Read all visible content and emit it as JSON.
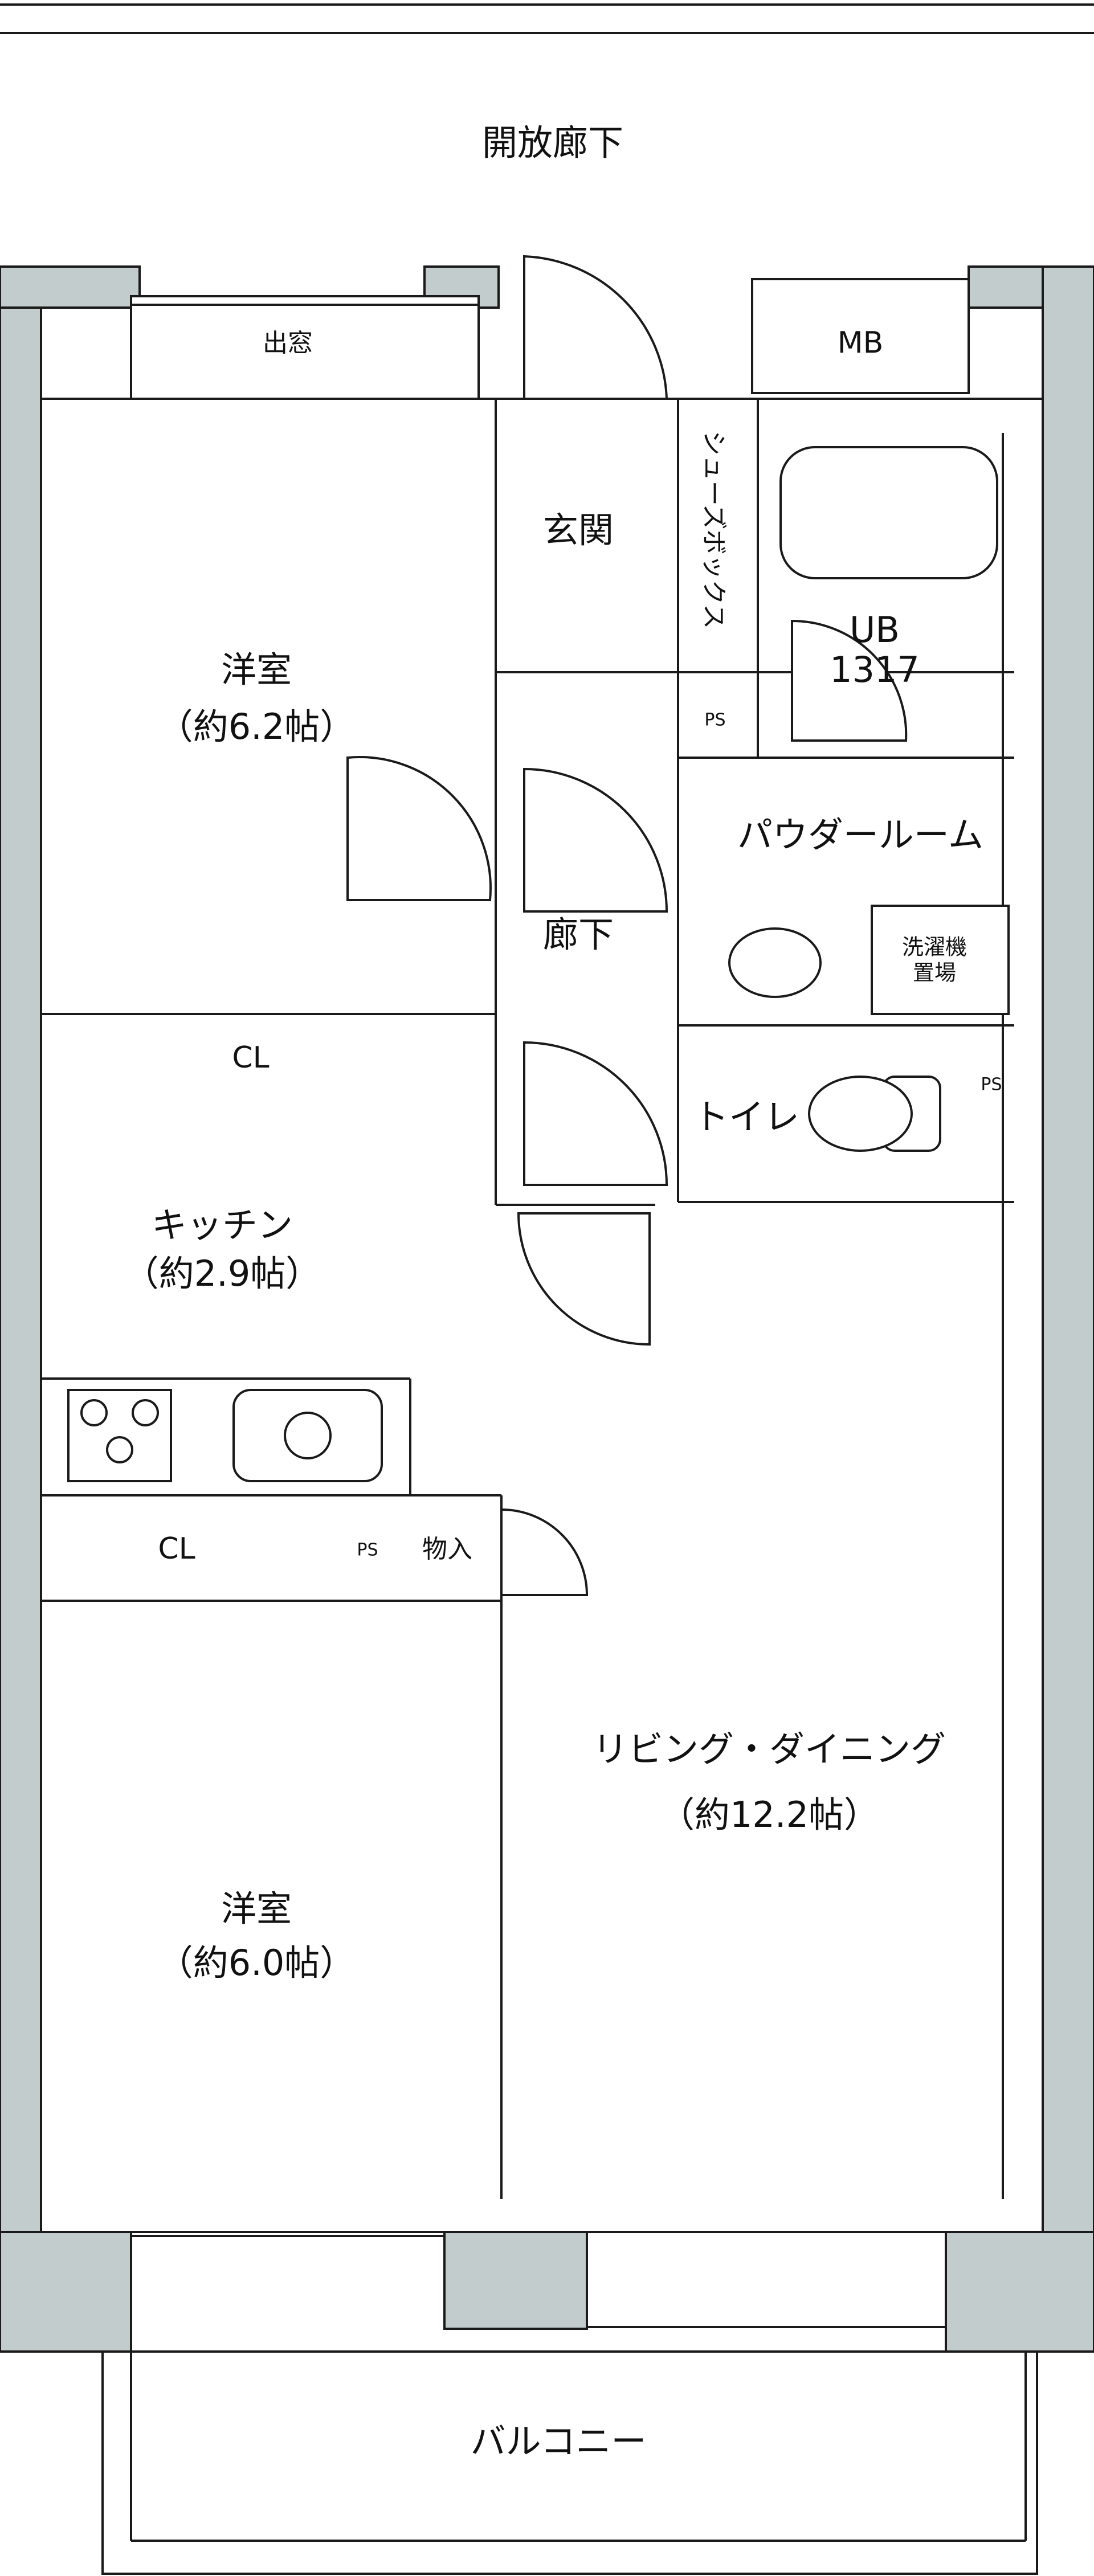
{
  "plan": {
    "colors": {
      "wall": "#c3cccc",
      "storage": "#dcecf8",
      "line": "#1a1a1a",
      "background": "#ffffff"
    },
    "corridor": {
      "label": "開放廊下"
    },
    "rooms": {
      "bay_window": "出窓",
      "meter_box": "MB",
      "entrance": "玄関",
      "shoe_box": "シューズボックス",
      "bath": {
        "label": "UB",
        "size": "1317"
      },
      "bedroom_north": {
        "label": "洋室",
        "area": "（約6.2帖）"
      },
      "hallway": "廊下",
      "powder_room": "パウダールーム",
      "laundry": {
        "line1": "洗濯機",
        "line2": "置場"
      },
      "toilet": "トイレ",
      "closet_north": "CL",
      "kitchen": {
        "label": "キッチン",
        "area": "（約2.9帖）"
      },
      "closet_south": "CL",
      "storage": "物入",
      "living_dining": {
        "label": "リビング・ダイニング",
        "area": "（約12.2帖）"
      },
      "bedroom_south": {
        "label": "洋室",
        "area": "（約6.0帖）"
      },
      "balcony": "バルコニー"
    },
    "pipe_space_labels": [
      "PS",
      "PS",
      "PS"
    ]
  }
}
